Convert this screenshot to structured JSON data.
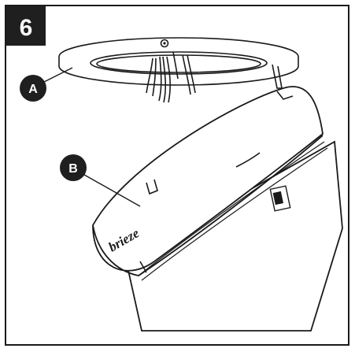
{
  "step": {
    "number": "6"
  },
  "callouts": [
    {
      "id": "A",
      "label": "A"
    },
    {
      "id": "B",
      "label": "B"
    }
  ],
  "brand": {
    "logo_text": "brieze"
  },
  "colors": {
    "ink": "#1a1a1a",
    "badge_bg": "#1f1f1f",
    "badge_text": "#ffffff",
    "paper": "#ffffff"
  }
}
